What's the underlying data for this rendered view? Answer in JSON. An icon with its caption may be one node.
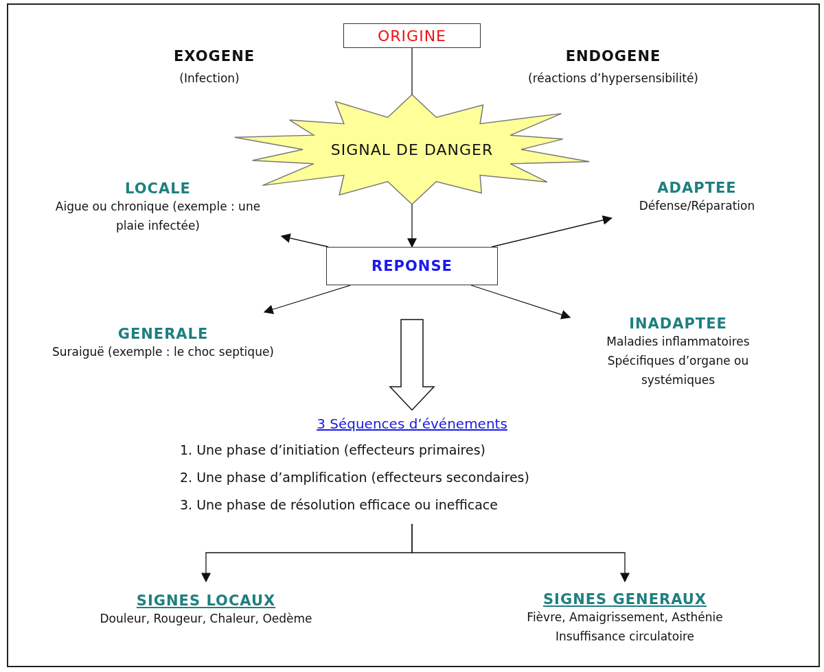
{
  "diagram": {
    "nodes": [
      {
        "text": [
          "ORIGINE"
        ]
      },
      {
        "text": [
          "SIGNAL DE DANGER"
        ]
      },
      {
        "text": [
          "REPONSE"
        ]
      },
      {
        "text": [
          "LOCALE",
          "Aigue ou chronique (exemple : une plaie infectée)"
        ]
      },
      {
        "text": [
          "ADAPTEE",
          "Défense/Réparation"
        ]
      },
      {
        "text": [
          "GENERALE",
          "Suraiguë (exemple : le choc septique)"
        ]
      },
      {
        "text": [
          "INADAPTEE",
          "Maladies inflammatoires Spécifiques d’organe ou systémiques"
        ]
      },
      {
        "text": [
          "3 Séquences d’événements",
          "1. Une phase d’initiation (effecteurs primaires)",
          "2. Une phase d’amplification (effecteurs secondaires)",
          "3. Une phase de résolution efficace ou inefficace"
        ]
      },
      {
        "text": [
          "SIGNES LOCAUX",
          "Douleur, Rougeur, Chaleur, Oedème"
        ]
      },
      {
        "text": [
          "SIGNES GENERAUX",
          "Fièvre, Amaigrissement, Asthénie Insuffisance circulatoire"
        ]
      }
    ],
    "edges": [
      {
        "from": 0,
        "to": 1,
        "arrow": "none"
      },
      {
        "from": 1,
        "to": 2,
        "arrow": "to"
      },
      {
        "from": 2,
        "to": 3,
        "arrow": "to"
      },
      {
        "from": 2,
        "to": 4,
        "arrow": "to"
      },
      {
        "from": 2,
        "to": 5,
        "arrow": "to"
      },
      {
        "from": 2,
        "to": 6,
        "arrow": "to"
      },
      {
        "from": 2,
        "to": 7,
        "arrow": "to",
        "style": "thick"
      },
      {
        "from": 7,
        "to": 8,
        "arrow": "to"
      },
      {
        "from": 7,
        "to": 9,
        "arrow": "to"
      }
    ],
    "labels": [
      "EXOGENE",
      "(Infection)",
      "ENDOGENE",
      "(réactions d’hypersensibilité)"
    ]
  }
}
